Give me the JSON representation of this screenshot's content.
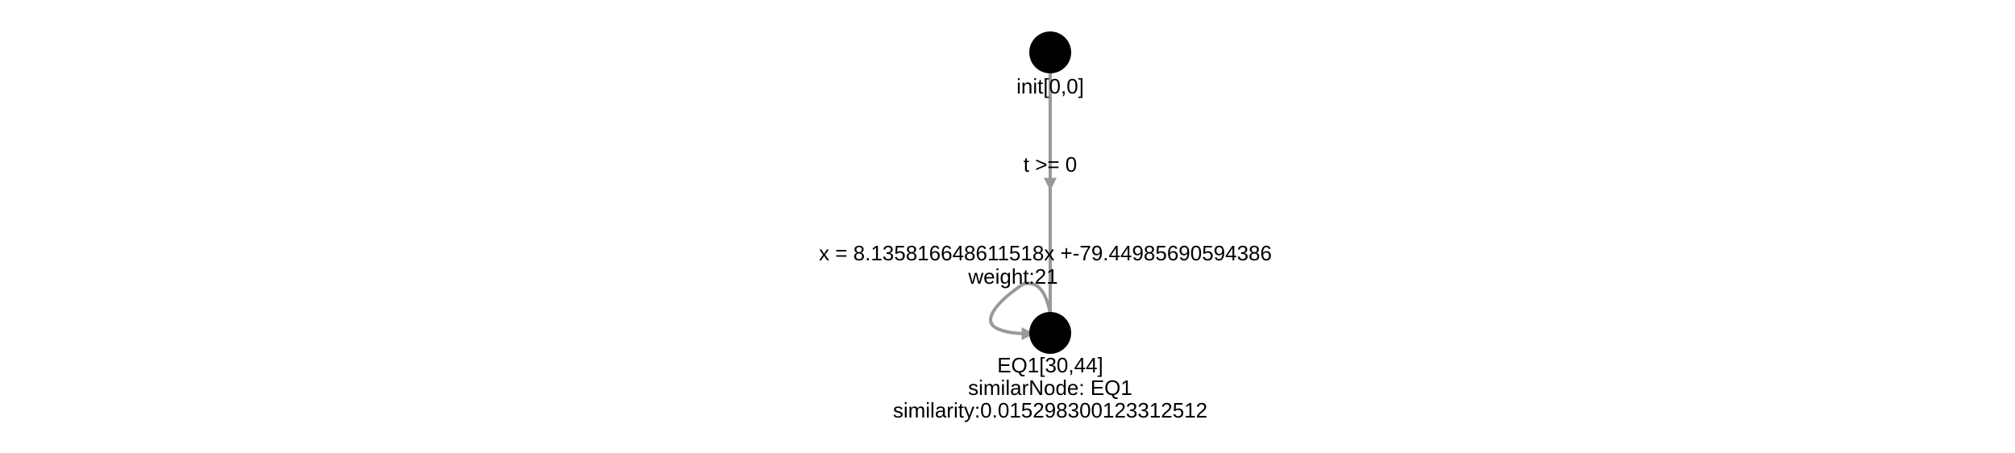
{
  "colors": {
    "node": "#000000",
    "edge": "#999999",
    "text": "#000000",
    "background": "#ffffff"
  },
  "nodes": [
    {
      "id": "init",
      "label_lines": [
        "init[0,0]"
      ]
    },
    {
      "id": "EQ1",
      "label_lines": [
        "EQ1[30,44]",
        "similarNode: EQ1",
        "similarity:0.015298300123312512"
      ]
    }
  ],
  "edges": [
    {
      "from": "init",
      "to": "EQ1",
      "label_lines": [
        "t >= 0"
      ]
    },
    {
      "from": "EQ1",
      "to": "EQ1",
      "label_lines": [
        "x = 8.135816648611518x +-79.44985690594386",
        "weight:21"
      ]
    }
  ]
}
